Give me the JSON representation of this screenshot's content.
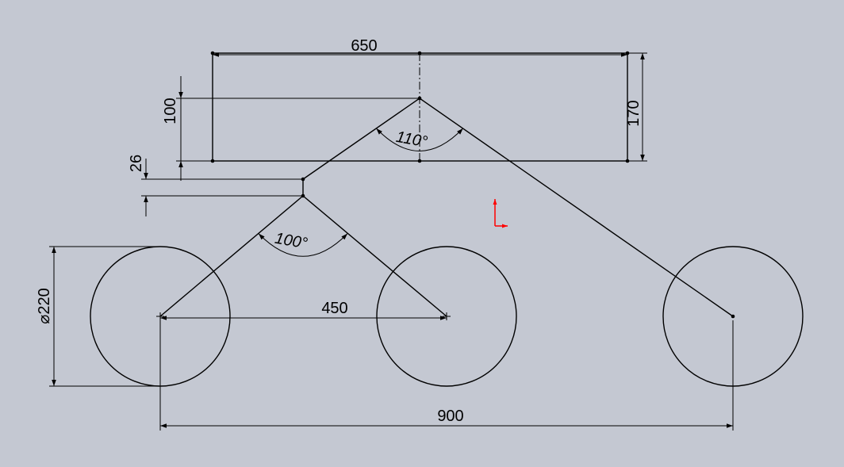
{
  "colors": {
    "background": "#c4c8d2",
    "geometry": "#000000",
    "origin_axes": "#ff0000"
  },
  "dimensions": {
    "rect_width": "650",
    "rect_height": "170",
    "pivot_offset": "100",
    "small_offset": "26",
    "apex_angle_upper": "110°",
    "apex_angle_lower": "100°",
    "spacing_inner": "450",
    "spacing_outer": "900",
    "diameter": "⌀220"
  },
  "icons": {
    "origin": "origin-axes-icon"
  }
}
